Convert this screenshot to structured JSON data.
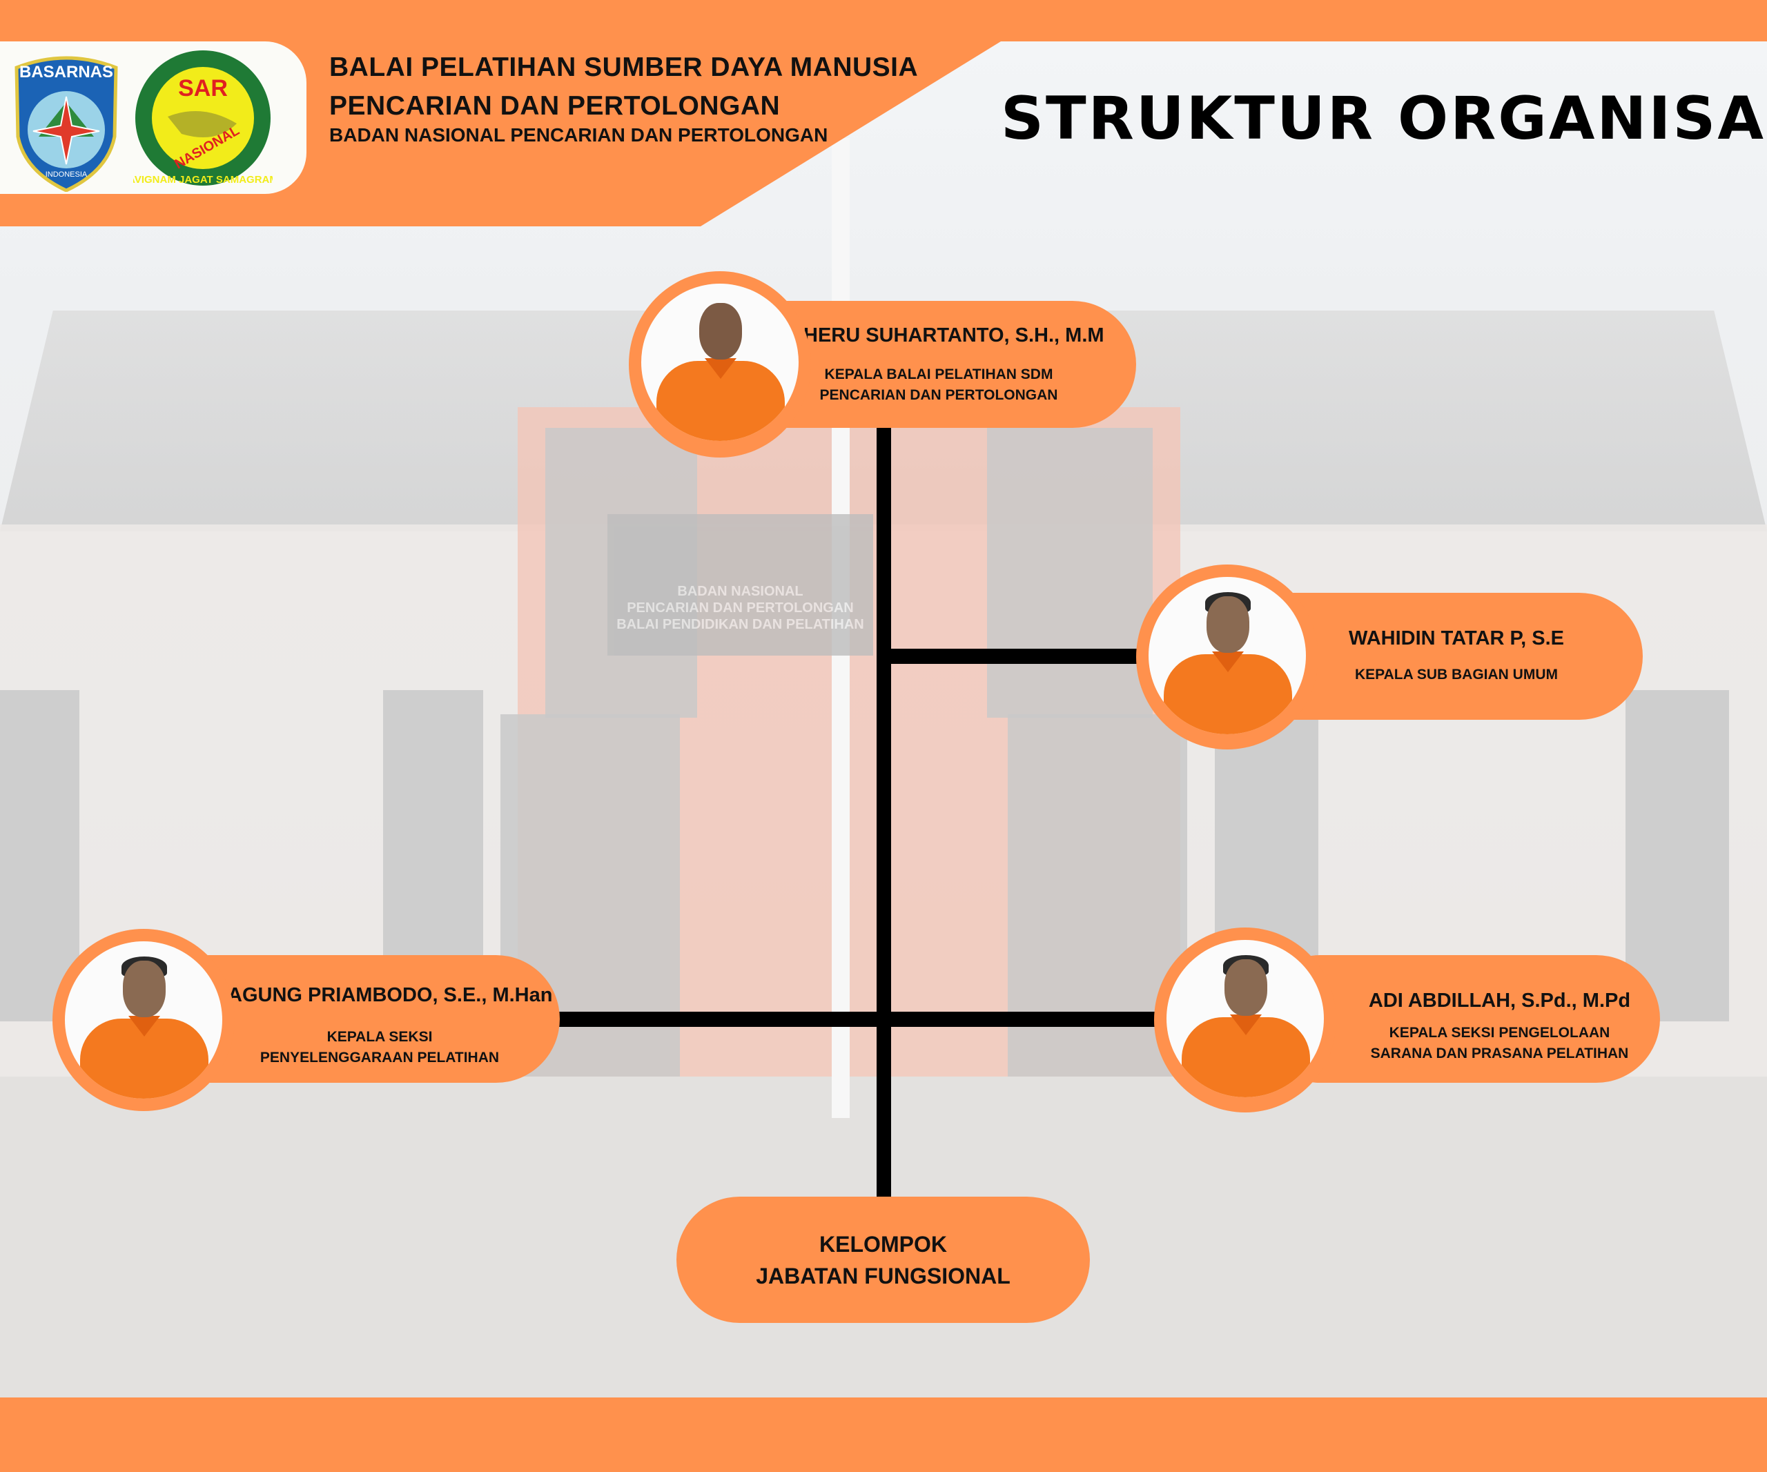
{
  "header": {
    "line1": "BALAI PELATIHAN SUMBER DAYA MANUSIA",
    "line2": "PENCARIAN DAN PERTOLONGAN",
    "line3": "BADAN NASIONAL PENCARIAN DAN PERTOLONGAN",
    "title": "STRUKTUR ORGANISASI",
    "logos": {
      "basarnas": {
        "text": "BASARNAS",
        "subtext": "INDONESIA"
      },
      "sar": {
        "text": "SAR",
        "subtext": "NASIONAL",
        "motto": "AVIGNAM JAGAT SAMAGRAM"
      }
    }
  },
  "background_sign": [
    "BADAN NASIONAL",
    "PENCARIAN DAN PERTOLONGAN",
    "BALAI PENDIDIKAN DAN PELATIHAN"
  ],
  "org": {
    "head": {
      "name": "HERU SUHARTANTO, S.H., M.M",
      "role1": "KEPALA BALAI PELATIHAN SDM",
      "role2": "PENCARIAN DAN PERTOLONGAN"
    },
    "umum": {
      "name": "WAHIDIN TATAR P, S.E",
      "role1": "KEPALA SUB BAGIAN UMUM"
    },
    "penyelenggaraan": {
      "name": "AGUNG PRIAMBODO, S.E., M.Han",
      "role1": "KEPALA SEKSI",
      "role2": "PENYELENGGARAAN PELATIHAN"
    },
    "pengelolaan": {
      "name": "ADI ABDILLAH, S.Pd., M.Pd",
      "role1": "KEPALA SEKSI PENGELOLAAN",
      "role2": "SARANA DAN PRASANA PELATIHAN"
    },
    "fungsional": {
      "line1": "KELOMPOK",
      "line2": "JABATAN FUNGSIONAL"
    }
  },
  "colors": {
    "accent": "#FF914D",
    "line": "#000000"
  }
}
